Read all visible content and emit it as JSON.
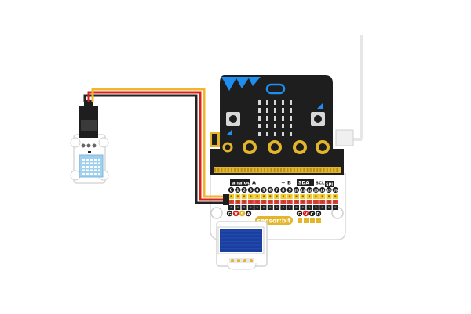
{
  "board": {
    "analog_label": "analog",
    "analog_a": "A",
    "digital_label": "B",
    "digital_tilde": "~",
    "sda_label": "SDA",
    "scl_label": "SCL",
    "spi_label": "SPI",
    "pin_numbers": [
      "0",
      "1",
      "2",
      "3",
      "4",
      "5",
      "6",
      "7",
      "8",
      "9",
      "10",
      "11",
      "12",
      "13",
      "14",
      "15",
      "16"
    ],
    "bottom_left_labels": [
      "G",
      "V",
      "S",
      "A"
    ],
    "bottom_right_labels": [
      "G",
      "V",
      "C",
      "D"
    ],
    "logo_text": "sensor:bit",
    "colors": {
      "microbit_black": "#1e1e1e",
      "microbit_blue": "#1e8ff0",
      "gold": "#e2b52a",
      "header_red": "#e33b3b",
      "header_yellow": "#f4cc2a",
      "header_black": "#222222",
      "wire_red": "#d9201c",
      "wire_yellow": "#f2b62a",
      "wire_black": "#222222",
      "sensor_blue": "#9fd0ee",
      "oled_screen": "#1b3f9f"
    }
  },
  "icons": {
    "microbit": "microbit-board-icon",
    "sensor": "dht11-sensor-icon",
    "oled": "oled-display-icon",
    "antenna": "antenna-icon"
  }
}
